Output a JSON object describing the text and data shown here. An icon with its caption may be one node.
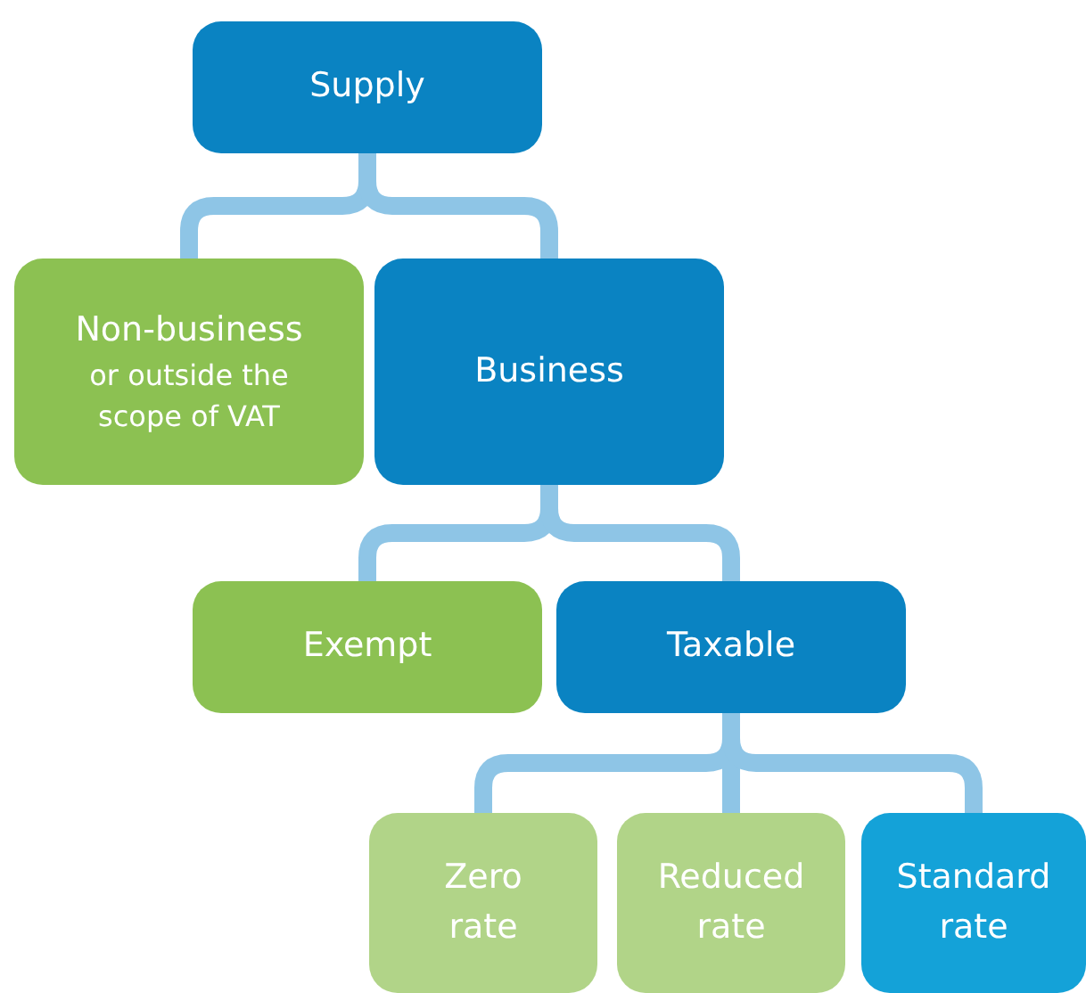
{
  "diagram": {
    "nodes": [
      {
        "text": [
          "Supply"
        ]
      },
      {
        "text": [
          "Non-business",
          "or outside the scope of VAT"
        ]
      },
      {
        "text": [
          "Business"
        ]
      },
      {
        "text": [
          "Exempt"
        ]
      },
      {
        "text": [
          "Taxable"
        ]
      },
      {
        "text": [
          "Zero rate"
        ]
      },
      {
        "text": [
          "Reduced rate"
        ]
      },
      {
        "text": [
          "Standard rate"
        ]
      }
    ],
    "edges": [
      {
        "from": 0,
        "to": 1,
        "arrow": "none"
      },
      {
        "from": 0,
        "to": 2,
        "arrow": "none"
      },
      {
        "from": 2,
        "to": 3,
        "arrow": "none"
      },
      {
        "from": 2,
        "to": 4,
        "arrow": "none"
      },
      {
        "from": 4,
        "to": 5,
        "arrow": "none"
      },
      {
        "from": 4,
        "to": 6,
        "arrow": "none"
      },
      {
        "from": 4,
        "to": 7,
        "arrow": "none"
      }
    ]
  }
}
